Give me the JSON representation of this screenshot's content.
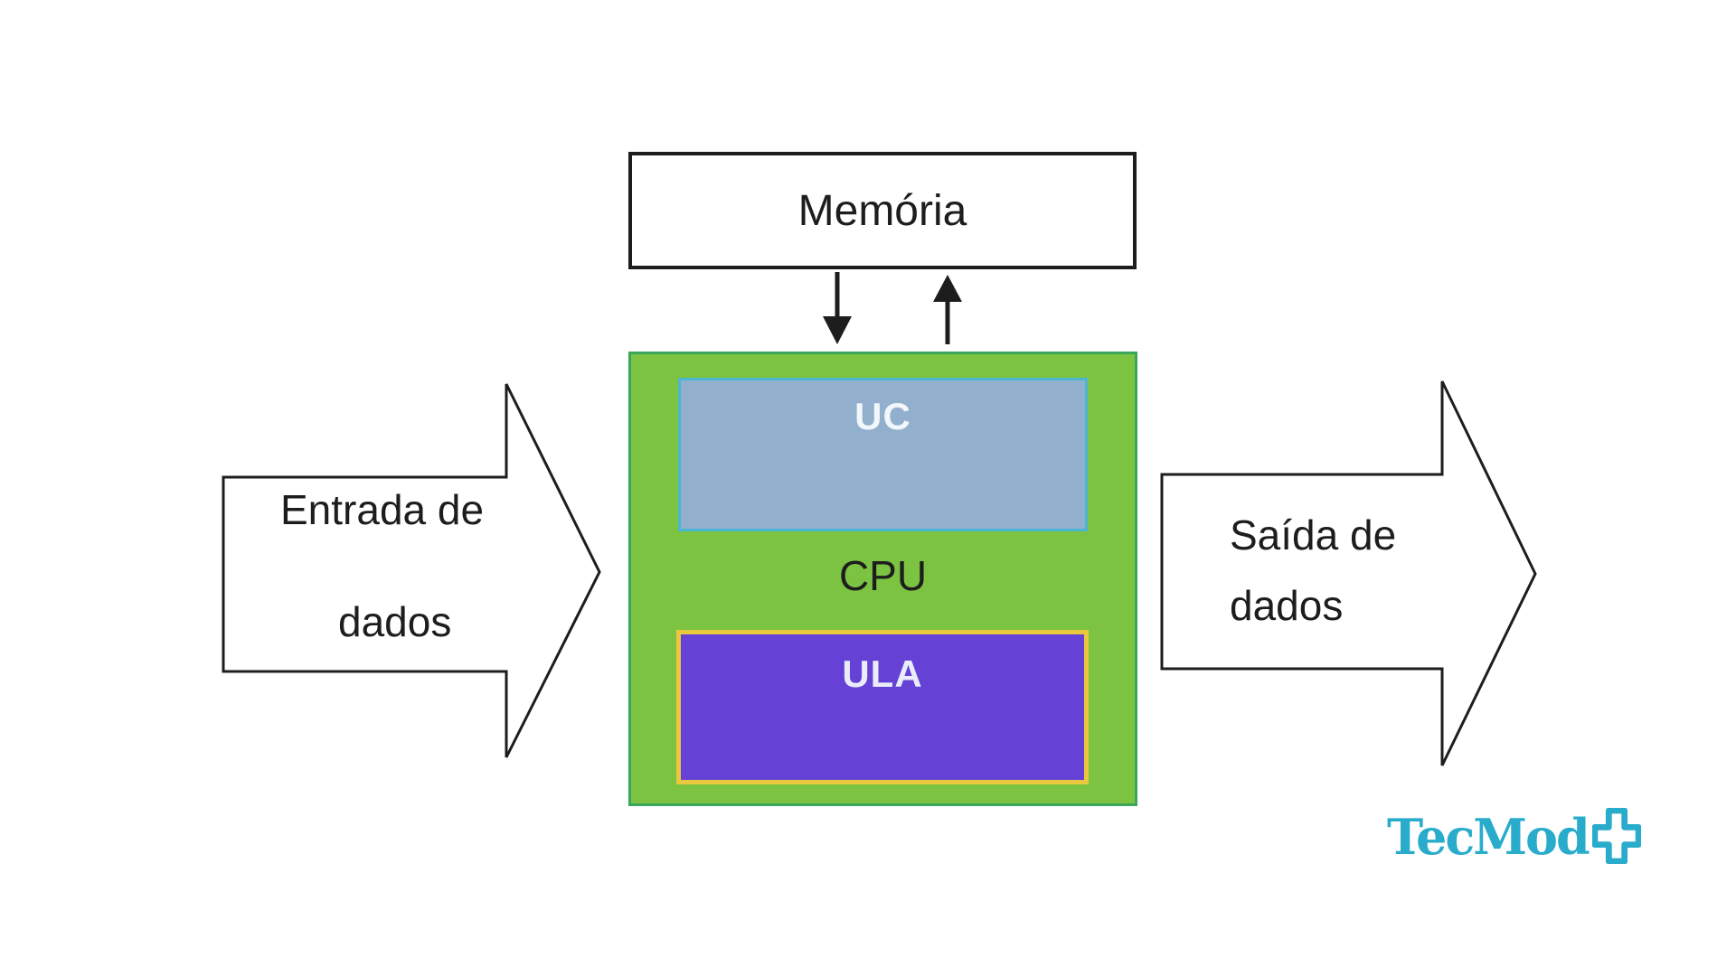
{
  "diagram": {
    "memory": {
      "label": "Memória"
    },
    "cpu": {
      "label": "CPU",
      "uc": {
        "label": "UC"
      },
      "ula": {
        "label": "ULA"
      }
    },
    "input_arrow": {
      "line1": "Entrada de",
      "line2": "dados"
    },
    "output_arrow": {
      "line1": "Saída de",
      "line2": "dados"
    },
    "logo": {
      "text": "TecMod"
    },
    "colors": {
      "background": "#ffffff",
      "box-line": "#1d1d1d",
      "text": "#1d1d1d",
      "cpu-fill": "#7cc342",
      "cpu-border": "#3aa65a",
      "uc-fill": "#93afce",
      "uc-border": "#4cb6d2",
      "ula-fill": "#6641d6",
      "ula-border": "#e9c83f",
      "logo": "#29abcb"
    }
  }
}
